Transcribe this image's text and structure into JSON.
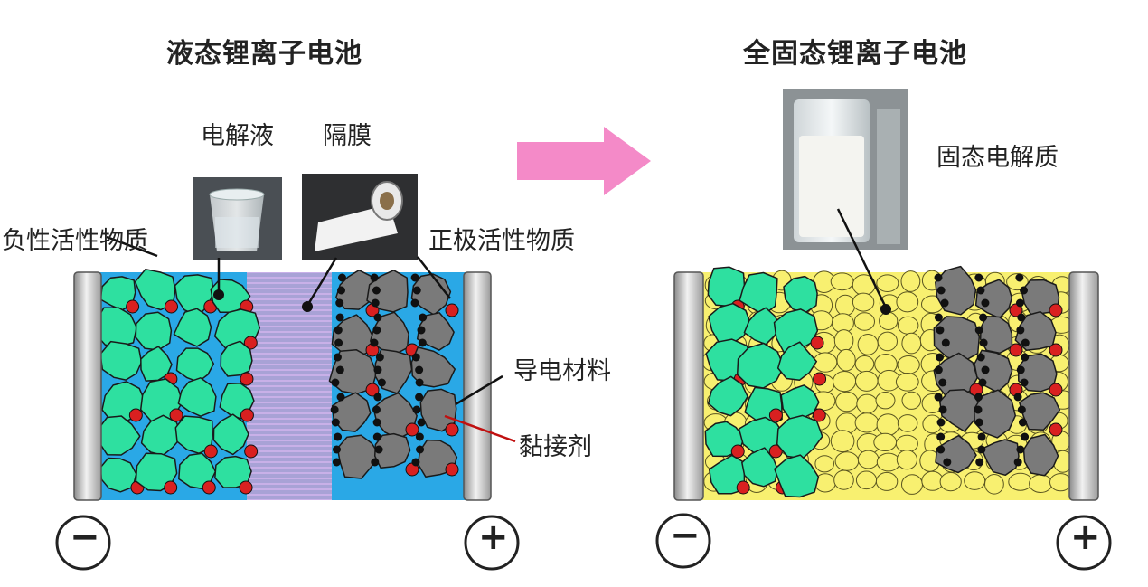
{
  "left_panel": {
    "title": "液态锂离子电池",
    "labels": {
      "electrolyte": "电解液",
      "separator": "隔膜",
      "anode_active": "负性活性物质",
      "cathode_active": "正极活性物质",
      "conductive": "导电材料",
      "binder": "黏接剂"
    },
    "terminal_negative": "−",
    "terminal_positive": "+"
  },
  "right_panel": {
    "title": "全固态锂离子电池",
    "labels": {
      "solid_electrolyte": "固态电解质"
    },
    "terminal_negative": "−",
    "terminal_positive": "+"
  },
  "colors": {
    "liquid_electrolyte": "#2aa8e6",
    "solid_electrolyte": "#f8f070",
    "separator": "#a8a2d6",
    "anode_particle": "#2ee0a0",
    "cathode_particle": "#7a7a7a",
    "binder_dot": "#d92020",
    "arrow": "#f48ac8"
  },
  "icons": [
    "transition-arrow",
    "electrolyte-photo",
    "separator-photo",
    "solid-electrolyte-photo"
  ]
}
